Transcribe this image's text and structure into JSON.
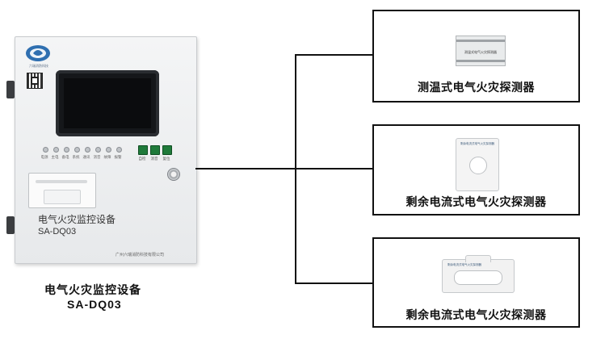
{
  "cabinet": {
    "logo_text": "六瑞消防科技",
    "title": "电气火灾监控设备",
    "model": "SA-DQ03",
    "company": "广州六瑞消防科技有限公司",
    "indicators": [
      "电源",
      "主电",
      "备电",
      "系统",
      "通讯",
      "消音",
      "故障",
      "报警"
    ],
    "buttons": [
      "自检",
      "消音",
      "复位"
    ]
  },
  "caption": {
    "title": "电气火灾监控设备",
    "model": "SA-DQ03"
  },
  "detectors": [
    {
      "label": "测温式电气火灾探测器",
      "device_text": "测温式电气火灾探测器"
    },
    {
      "label": "剩余电流式电气火灾探测器",
      "device_text": "剩余电流式电气火灾探测器"
    },
    {
      "label": "剩余电流式电气火灾探测器",
      "device_text": "剩余电流式电气火灾探测器"
    }
  ],
  "colors": {
    "button_green": "#1f7a3a",
    "line": "#111111",
    "logo_blue": "#2f6fb0"
  }
}
